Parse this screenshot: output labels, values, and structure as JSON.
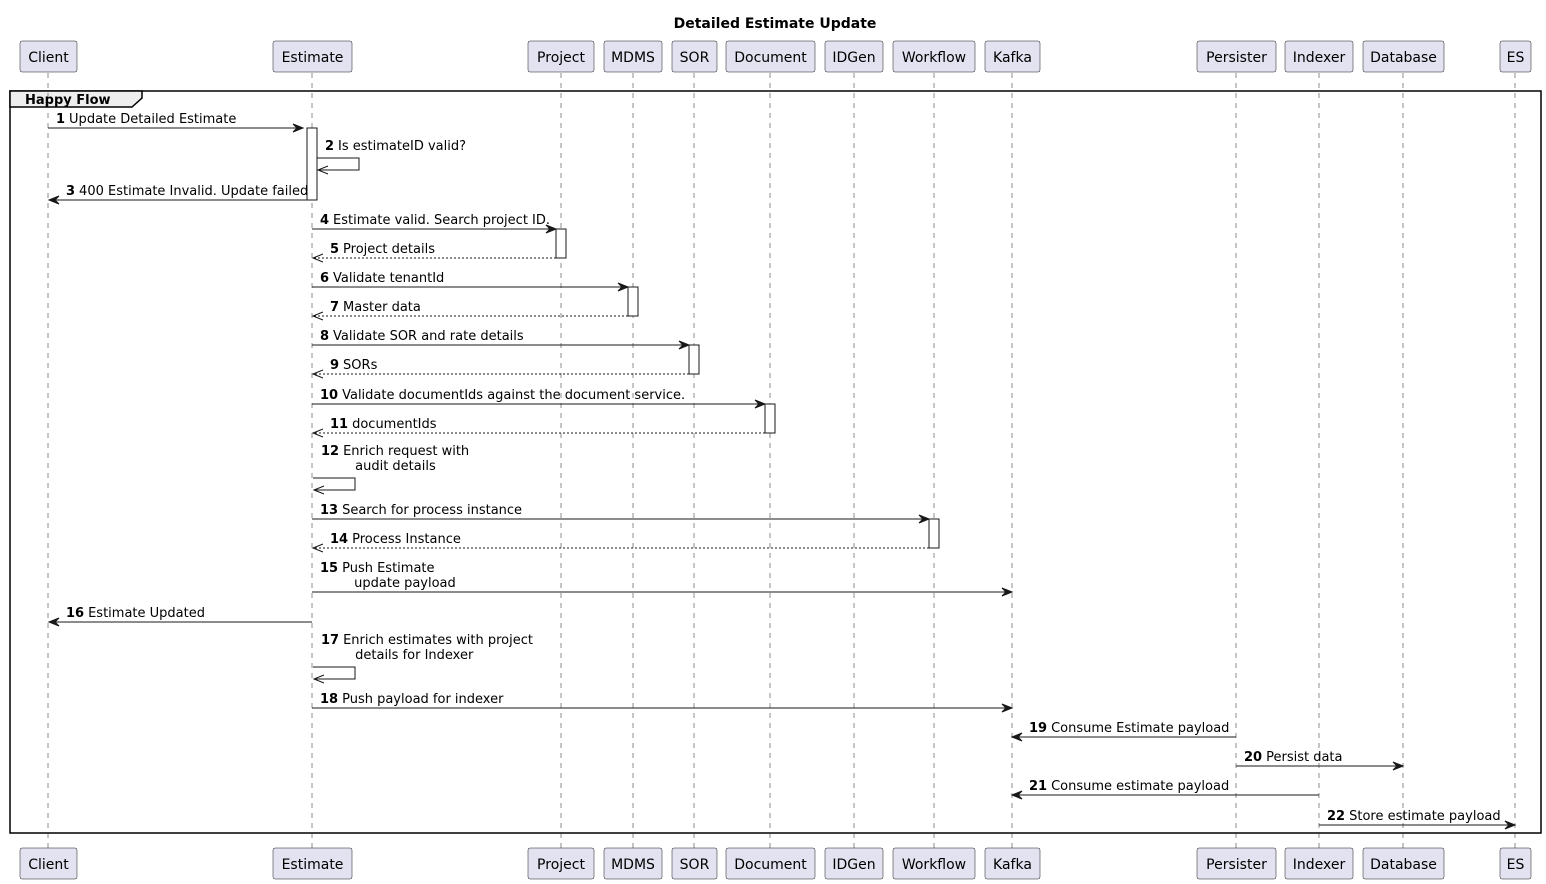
{
  "title": "Detailed Estimate Update",
  "group_label": "Happy Flow",
  "participants": [
    {
      "id": "client",
      "label": "Client"
    },
    {
      "id": "estimate",
      "label": "Estimate"
    },
    {
      "id": "project",
      "label": "Project"
    },
    {
      "id": "mdms",
      "label": "MDMS"
    },
    {
      "id": "sor",
      "label": "SOR"
    },
    {
      "id": "document",
      "label": "Document"
    },
    {
      "id": "idgen",
      "label": "IDGen"
    },
    {
      "id": "workflow",
      "label": "Workflow"
    },
    {
      "id": "kafka",
      "label": "Kafka"
    },
    {
      "id": "persister",
      "label": "Persister"
    },
    {
      "id": "indexer",
      "label": "Indexer"
    },
    {
      "id": "database",
      "label": "Database"
    },
    {
      "id": "es",
      "label": "ES"
    }
  ],
  "messages": [
    {
      "num": "1",
      "from": "client",
      "to": "estimate",
      "kind": "sync",
      "text": [
        "Update Detailed Estimate"
      ]
    },
    {
      "num": "2",
      "from": "estimate",
      "to": "estimate",
      "kind": "self",
      "text": [
        "Is estimateID valid?"
      ]
    },
    {
      "num": "3",
      "from": "estimate",
      "to": "client",
      "kind": "sync",
      "text": [
        "400 Estimate Invalid. Update failed"
      ]
    },
    {
      "num": "4",
      "from": "estimate",
      "to": "project",
      "kind": "sync",
      "text": [
        "Estimate valid. Search project ID."
      ]
    },
    {
      "num": "5",
      "from": "project",
      "to": "estimate",
      "kind": "reply",
      "text": [
        "Project details"
      ]
    },
    {
      "num": "6",
      "from": "estimate",
      "to": "mdms",
      "kind": "sync",
      "text": [
        "Validate tenantId"
      ]
    },
    {
      "num": "7",
      "from": "mdms",
      "to": "estimate",
      "kind": "reply",
      "text": [
        "Master data"
      ]
    },
    {
      "num": "8",
      "from": "estimate",
      "to": "sor",
      "kind": "sync",
      "text": [
        "Validate SOR and rate details"
      ]
    },
    {
      "num": "9",
      "from": "sor",
      "to": "estimate",
      "kind": "reply",
      "text": [
        "SORs"
      ]
    },
    {
      "num": "10",
      "from": "estimate",
      "to": "document",
      "kind": "sync",
      "text": [
        "Validate documentIds against the document service."
      ]
    },
    {
      "num": "11",
      "from": "document",
      "to": "estimate",
      "kind": "reply",
      "text": [
        "documentIds"
      ]
    },
    {
      "num": "12",
      "from": "estimate",
      "to": "estimate",
      "kind": "self",
      "text": [
        "Enrich request with",
        " audit details"
      ]
    },
    {
      "num": "13",
      "from": "estimate",
      "to": "workflow",
      "kind": "sync",
      "text": [
        "Search for process instance"
      ]
    },
    {
      "num": "14",
      "from": "workflow",
      "to": "estimate",
      "kind": "reply",
      "text": [
        "Process Instance"
      ]
    },
    {
      "num": "15",
      "from": "estimate",
      "to": "kafka",
      "kind": "sync",
      "text": [
        "Push Estimate",
        " update payload"
      ]
    },
    {
      "num": "16",
      "from": "estimate",
      "to": "client",
      "kind": "sync",
      "text": [
        "Estimate Updated"
      ]
    },
    {
      "num": "17",
      "from": "estimate",
      "to": "estimate",
      "kind": "self",
      "text": [
        "Enrich estimates with project",
        " details for Indexer"
      ]
    },
    {
      "num": "18",
      "from": "estimate",
      "to": "kafka",
      "kind": "sync",
      "text": [
        "Push payload for indexer"
      ]
    },
    {
      "num": "19",
      "from": "persister",
      "to": "kafka",
      "kind": "sync",
      "text": [
        "Consume Estimate payload"
      ]
    },
    {
      "num": "20",
      "from": "persister",
      "to": "database",
      "kind": "sync",
      "text": [
        "Persist data"
      ]
    },
    {
      "num": "21",
      "from": "indexer",
      "to": "kafka",
      "kind": "sync",
      "text": [
        "Consume estimate payload"
      ]
    },
    {
      "num": "22",
      "from": "indexer",
      "to": "es",
      "kind": "sync",
      "text": [
        "Store estimate payload"
      ]
    }
  ]
}
